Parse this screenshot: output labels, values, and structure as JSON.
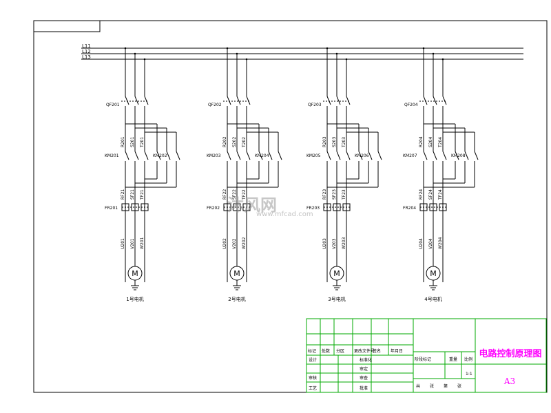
{
  "bus_labels": [
    "L11",
    "L12",
    "L13"
  ],
  "circuits": [
    {
      "breaker": "QF201",
      "phases_top": [
        "R201",
        "S201",
        "T201"
      ],
      "contactor_left": "KM201",
      "contactor_right": "KM202",
      "phases_mid": [
        "RF21",
        "SF21",
        "TF21"
      ],
      "relay": "FR201",
      "phases_bottom": [
        "U201",
        "V201",
        "W201"
      ],
      "motor_symbol": "M",
      "caption": "1号电机"
    },
    {
      "breaker": "QF202",
      "phases_top": [
        "R202",
        "S202",
        "T202"
      ],
      "contactor_left": "KM203",
      "contactor_right": "KM204",
      "phases_mid": [
        "RF22",
        "SF22",
        "TF22"
      ],
      "relay": "FR202",
      "phases_bottom": [
        "U202",
        "V202",
        "W202"
      ],
      "motor_symbol": "M",
      "caption": "2号电机"
    },
    {
      "breaker": "QF203",
      "phases_top": [
        "R203",
        "S203",
        "T203"
      ],
      "contactor_left": "KM205",
      "contactor_right": "KM206",
      "phases_mid": [
        "RF23",
        "SF23",
        "TF23"
      ],
      "relay": "FR203",
      "phases_bottom": [
        "U203",
        "V203",
        "W203"
      ],
      "motor_symbol": "M",
      "caption": "3号电机"
    },
    {
      "breaker": "QF204",
      "phases_top": [
        "R204",
        "S204",
        "T204"
      ],
      "contactor_left": "KM207",
      "contactor_right": "KM208",
      "phases_mid": [
        "RF24",
        "SF24",
        "TF24"
      ],
      "relay": "FR204",
      "phases_bottom": [
        "U204",
        "V204",
        "W204"
      ],
      "motor_symbol": "M",
      "caption": "4号电机"
    }
  ],
  "title_block": {
    "title": "电路控制原理图",
    "sheet_size": "A3",
    "scale": "1:1",
    "row_labels_top": [
      "标记",
      "处数",
      "分区",
      "更改文件号",
      "签名",
      "年月日"
    ],
    "row_labels_left": [
      "设计",
      "审核",
      "工艺"
    ],
    "row_labels_mid": [
      "标准化",
      "审定",
      "审查",
      "批准"
    ],
    "right_headers": [
      "阶段标记",
      "重量",
      "比例"
    ],
    "bottom_row": [
      "共",
      "张",
      "第",
      "张"
    ]
  },
  "watermark": {
    "text": "沐风网",
    "url": "www.mfcad.com"
  },
  "colors": {
    "line": "#000000",
    "frame": "#000000",
    "title_block": "#00aa00",
    "title_text": "#ff00ff",
    "background": "#ffffff"
  }
}
